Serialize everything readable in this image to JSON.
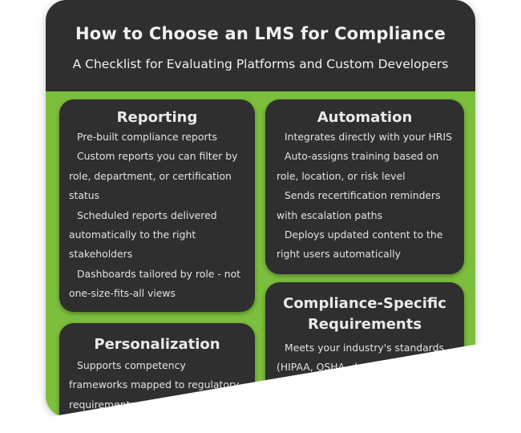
{
  "header": {
    "title": "How to Choose an LMS for Compliance",
    "subtitle": "A Checklist for Evaluating Platforms and Custom Developers"
  },
  "sections": {
    "reporting": {
      "title": "Reporting",
      "items": [
        "Pre-built compliance reports",
        "Custom reports you can filter by role, department, or certification status",
        "Scheduled reports delivered automatically to the right stakeholders",
        "Dashboards tailored by role - not one-size-fits-all views"
      ]
    },
    "automation": {
      "title": "Automation",
      "items": [
        "Integrates directly with your HRIS",
        "Auto-assigns training based on role, location, or risk level",
        "Sends recertification reminders with escalation paths",
        "Deploys updated content to the right users automatically"
      ]
    },
    "compliance": {
      "title": "Compliance-Specific Requirements",
      "items": [
        "Meets your industry's standards (HIPAA, OSHA, data protection..."
      ]
    },
    "personalization": {
      "title": "Personalization",
      "items": [
        "Supports competency frameworks mapped to regulatory requirements"
      ]
    }
  },
  "colors": {
    "background_green": "#7cbf3d",
    "panel_dark": "#2e2f2e",
    "text_light": "#e2e2e2"
  }
}
